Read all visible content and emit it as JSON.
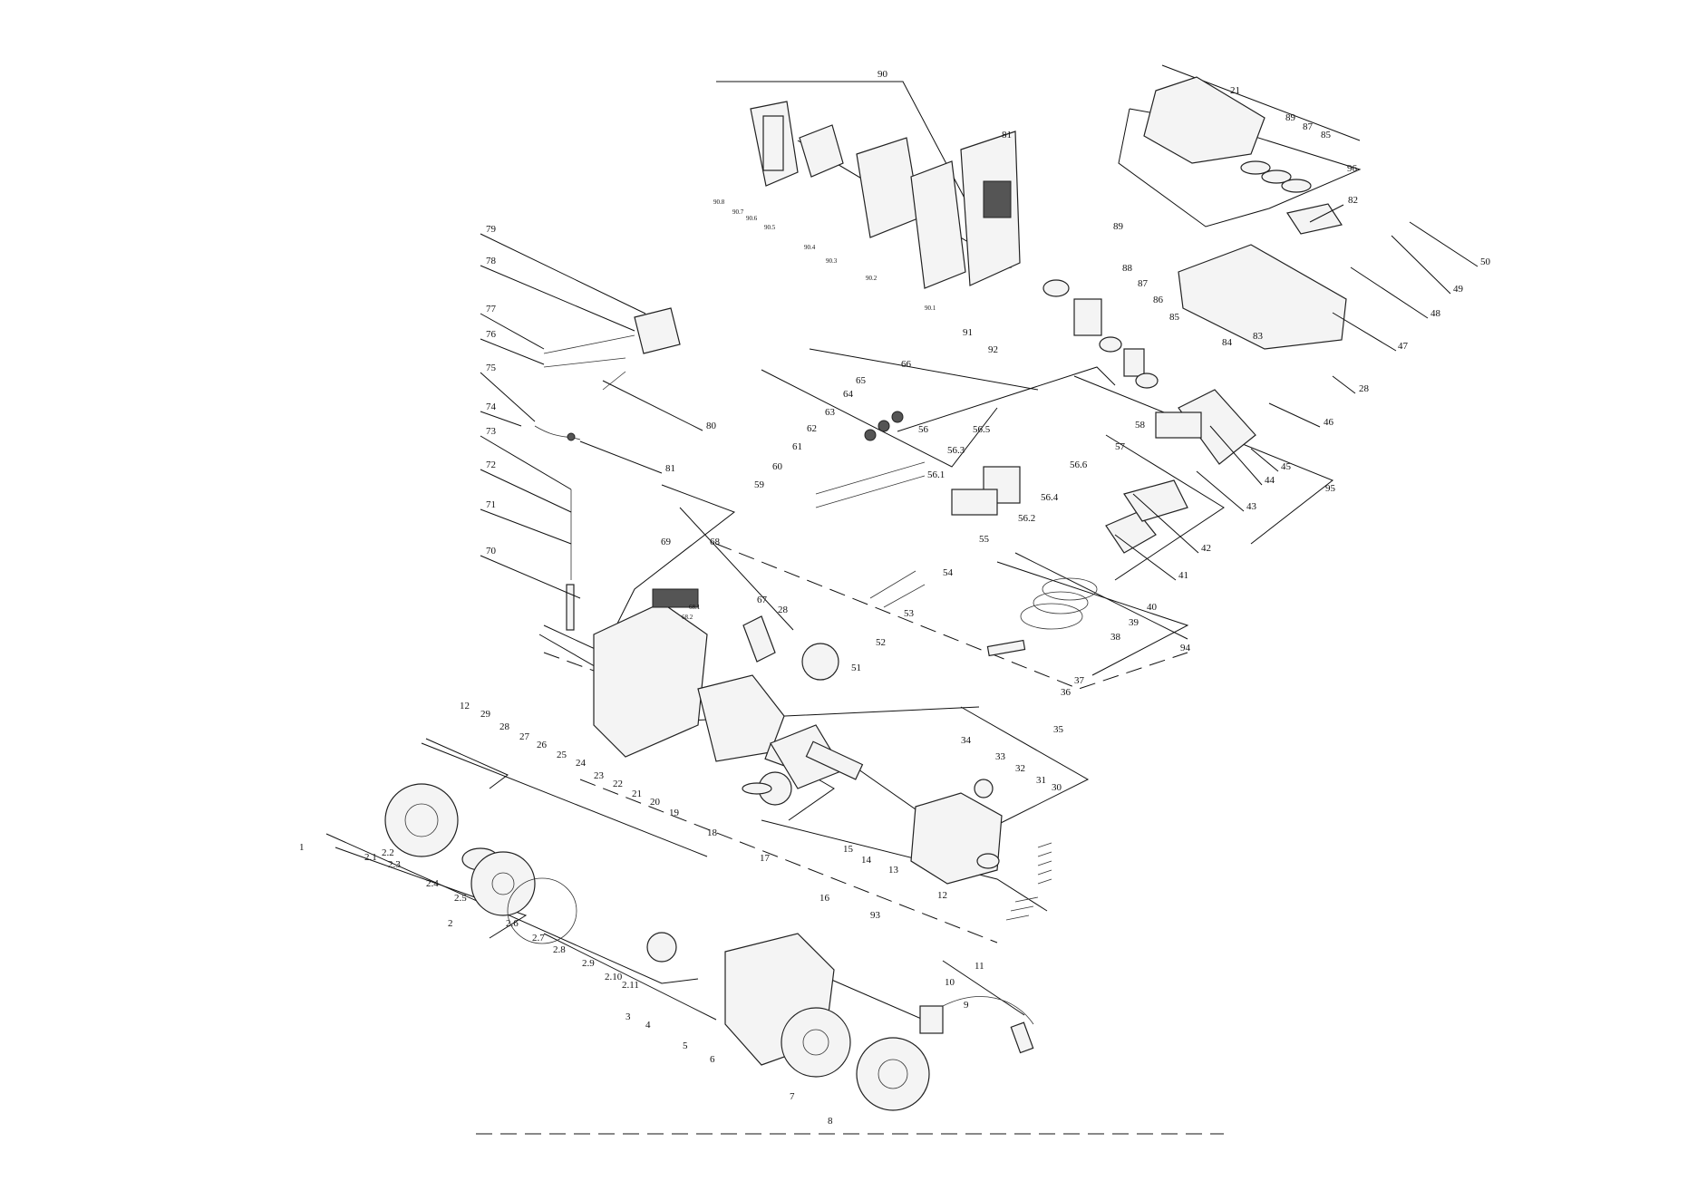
{
  "labels": {
    "l1": "1",
    "l2": "2",
    "l2_1": "2.1",
    "l2_2": "2.2",
    "l2_3": "2.3",
    "l2_4": "2.4",
    "l2_5": "2.5",
    "l2_6": "2.6",
    "l2_7": "2.7",
    "l2_8": "2.8",
    "l2_9": "2.9",
    "l2_10": "2.10",
    "l2_11": "2.11",
    "l3": "3",
    "l4": "4",
    "l5": "5",
    "l6": "6",
    "l7": "7",
    "l8": "8",
    "l9": "9",
    "l10": "10",
    "l11": "11",
    "l12a": "12",
    "l12b": "12",
    "l13": "13",
    "l14": "14",
    "l15": "15",
    "l16": "16",
    "l17": "17",
    "l18": "18",
    "l19": "19",
    "l20": "20",
    "l21a": "21",
    "l21b": "21",
    "l22": "22",
    "l23": "23",
    "l24": "24",
    "l25": "25",
    "l26": "26",
    "l27": "27",
    "l28a": "28",
    "l28b": "28",
    "l28c": "28",
    "l29": "29",
    "l30": "30",
    "l31": "31",
    "l32": "32",
    "l33": "33",
    "l34": "34",
    "l35": "35",
    "l36": "36",
    "l37": "37",
    "l38": "38",
    "l39": "39",
    "l40": "40",
    "l41": "41",
    "l42": "42",
    "l43": "43",
    "l44": "44",
    "l45": "45",
    "l46": "46",
    "l47": "47",
    "l48": "48",
    "l49": "49",
    "l50": "50",
    "l51": "51",
    "l52": "52",
    "l53": "53",
    "l54": "54",
    "l55": "55",
    "l56": "56",
    "l56_1": "56.1",
    "l56_2": "56.2",
    "l56_3": "56.3",
    "l56_4": "56.4",
    "l56_5": "56.5",
    "l56_6": "56.6",
    "l57": "57",
    "l58": "58",
    "l59": "59",
    "l60": "60",
    "l61": "61",
    "l62": "62",
    "l63": "63",
    "l64": "64",
    "l65": "65",
    "l66": "66",
    "l67": "67",
    "l68": "68",
    "l68_1": "68.1",
    "l68_2": "68.2",
    "l69": "69",
    "l70": "70",
    "l71": "71",
    "l72": "72",
    "l73": "73",
    "l74": "74",
    "l75": "75",
    "l76": "76",
    "l77": "77",
    "l78": "78",
    "l79": "79",
    "l80": "80",
    "l81a": "81",
    "l81b": "81",
    "l82": "82",
    "l83": "83",
    "l84": "84",
    "l85a": "85",
    "l85b": "85",
    "l86": "86",
    "l87a": "87",
    "l87b": "87",
    "l88": "88",
    "l89a": "89",
    "l89b": "89",
    "l90": "90",
    "l90_1": "90.1",
    "l90_2": "90.2",
    "l90_3": "90.3",
    "l90_4": "90.4",
    "l90_5": "90.5",
    "l90_6": "90.6",
    "l90_7": "90.7",
    "l90_8": "90.8",
    "l91": "91",
    "l92": "92",
    "l93": "93",
    "l94": "94",
    "l95": "95",
    "l96": "96"
  }
}
